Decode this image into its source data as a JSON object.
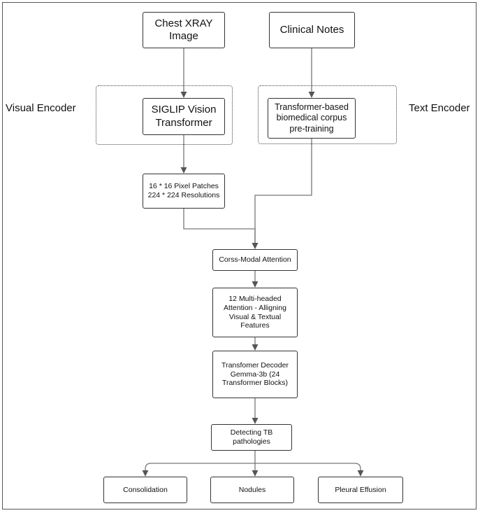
{
  "groups": {
    "visual_encoder_label": "Visual Encoder",
    "text_encoder_label": "Text Encoder"
  },
  "nodes": {
    "chest_xray": "Chest XRAY\nImage",
    "clinical_notes": "Clinical Notes",
    "siglip": "SIGLIP Vision\nTransformer",
    "biomedical": "Transformer-based\nbiomedical corpus\npre-training",
    "patches": "16 * 16 Pixel Patches\n224 * 224 Resolutions",
    "cross_modal": "Corss-Modal Attention",
    "multi_head": "12 Multi-headed\nAttention - Alligning\nVisual & Textual\nFeatures",
    "decoder": "Transfomer Decoder\nGemma-3b (24\nTransformer Blocks)",
    "detecting": "Detecting TB\npathologies",
    "consolidation": "Consolidation",
    "nodules": "Nodules",
    "pleural": "Pleural Effusion"
  },
  "colors": {
    "box_border": "#333333",
    "arrow": "#666666"
  }
}
